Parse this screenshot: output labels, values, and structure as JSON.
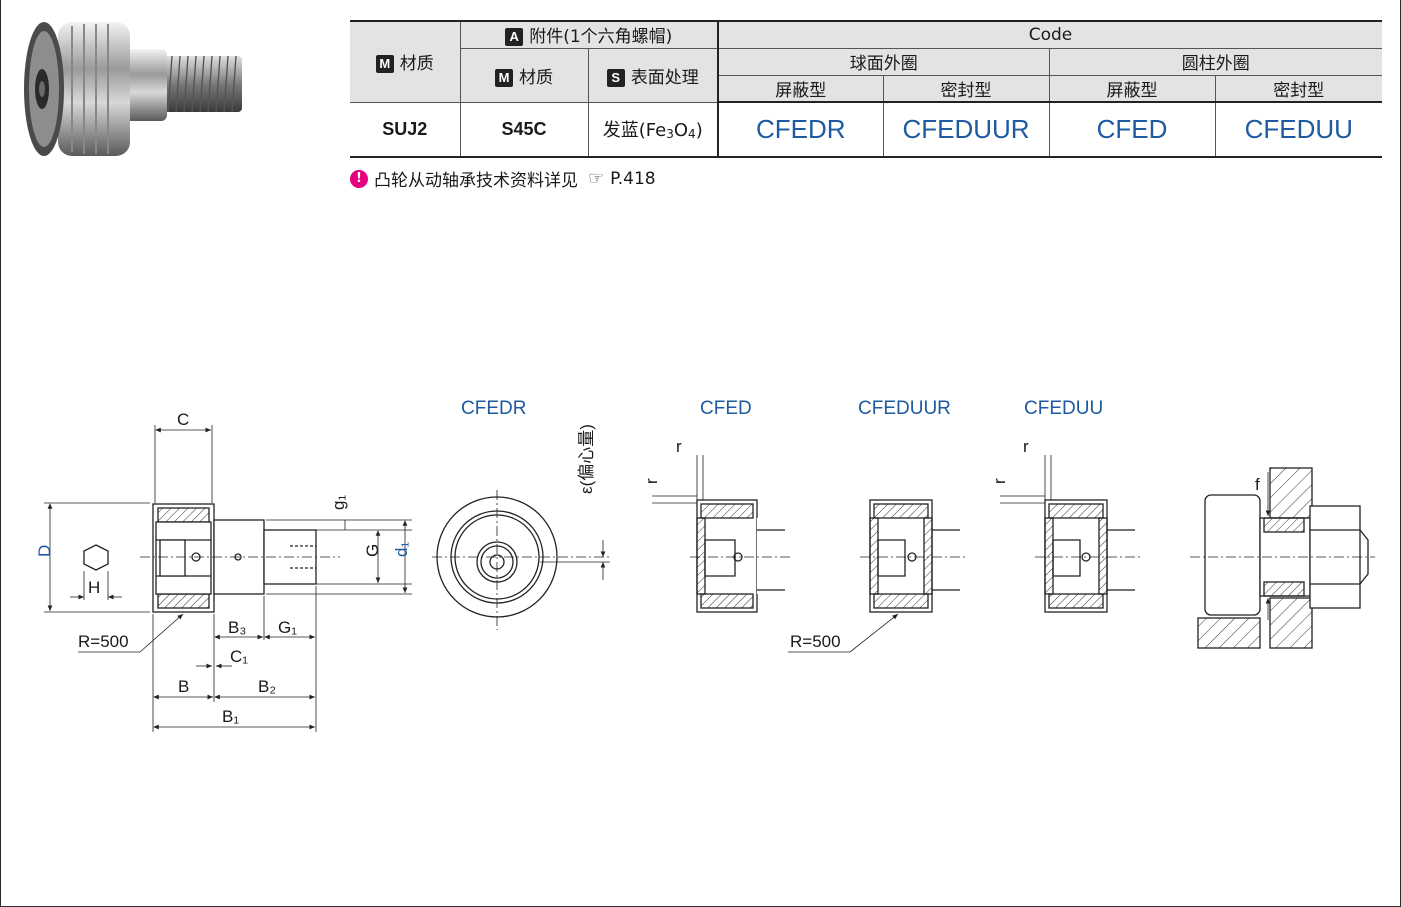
{
  "table": {
    "m_badge": "M",
    "a_badge": "A",
    "s_badge": "S",
    "material_label": "材质",
    "accessory_label": "附件(1个六角螺帽)",
    "surface_label": "表面处理",
    "code_label": "Code",
    "spherical_label": "球面外圈",
    "cylindrical_label": "圆柱外圈",
    "shielded_label": "屏蔽型",
    "sealed_label": "密封型",
    "row": {
      "material": "SUJ2",
      "accessory_material": "S45C",
      "surface_treatment": "发蓝(Fe3O4)",
      "codes": [
        "CFEDR",
        "CFEDUUR",
        "CFED",
        "CFEDUU"
      ]
    }
  },
  "note": {
    "text": "凸轮从动轴承技术资料详见",
    "page_ref": "P.418"
  },
  "drawings": {
    "labels": [
      "CFEDR",
      "CFED",
      "CFEDUUR",
      "CFEDUU"
    ],
    "dims": {
      "c": "C",
      "d": "D",
      "h": "H",
      "g1": "g₁",
      "g": "G",
      "d1": "d₁",
      "b3": "B₃",
      "g1_len": "G₁",
      "c1": "C₁",
      "b": "B",
      "b2": "B₂",
      "b1": "B₁",
      "r500": "R=500",
      "eccentricity": "ε(偏心量)",
      "r": "r",
      "f": "f"
    }
  }
}
